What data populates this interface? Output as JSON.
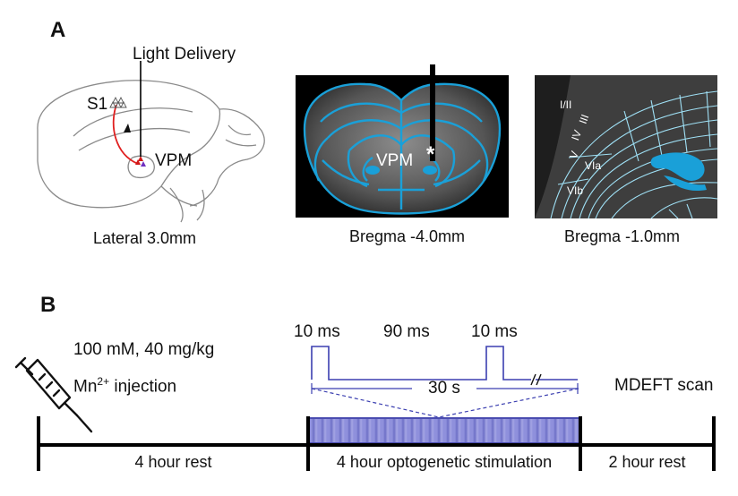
{
  "panel_a": {
    "letter": "A",
    "light_delivery": "Light Delivery",
    "s1": "S1",
    "vpm_left": "VPM",
    "caption_left": "Lateral 3.0mm",
    "vpm_middle": "VPM",
    "caption_middle": "Bregma -4.0mm",
    "layer_1_2": "I/II",
    "layer_3": "III",
    "layer_4": "IV",
    "layer_5": "V",
    "layer_6a": "VIa",
    "layer_6b": "VIb",
    "caption_right": "Bregma -1.0mm"
  },
  "panel_b": {
    "letter": "B",
    "dose": "100 mM, 40 mg/kg",
    "injection_prefix": "Mn",
    "injection_sup": "2+",
    "injection_suffix": " injection",
    "pulse_on_1": "10 ms",
    "pulse_off": "90 ms",
    "pulse_on_2": "10 ms",
    "train_duration": "30 s",
    "scan_label": "MDEFT scan",
    "segments": [
      "4 hour rest",
      "4 hour optogenetic stimulation",
      "2 hour rest"
    ]
  },
  "colors": {
    "atlas_outline": "#1aa0d8",
    "optical_fiber": "#000000",
    "pulse_line": "#3b3fb0",
    "stimulation_bar": "#8f90dc",
    "s1_axon": "#e02020"
  }
}
